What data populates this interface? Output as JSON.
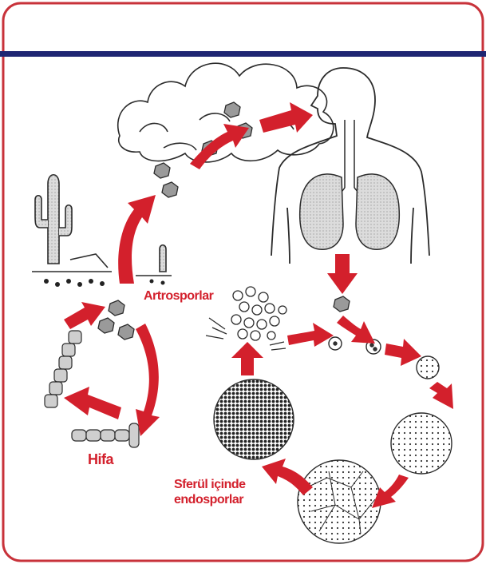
{
  "labels": {
    "artrosporlar": "Artrosporlar",
    "hifa": "Hifa",
    "sferul_line1": "Sferül içinde",
    "sferul_line2": "endosporlar"
  },
  "colors": {
    "arrow": "#d3202c",
    "frame_border": "#c8323a",
    "top_bar": "#1f2673",
    "line": "#2b2b2b",
    "lung_fill": "#d9d9d9"
  },
  "icons": [
    "cloud-icon",
    "cactus-icon",
    "human-torso-icon",
    "lungs-icon",
    "spore-icon",
    "spherule-icon",
    "hypha-icon",
    "arrow-icon"
  ]
}
